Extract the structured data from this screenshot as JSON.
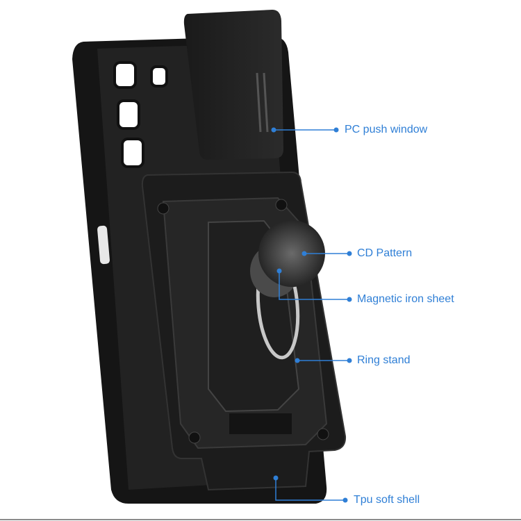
{
  "accent_color": "#2f7fd6",
  "callouts": [
    {
      "id": "pc-push-window",
      "label": "PC push window"
    },
    {
      "id": "cd-pattern",
      "label": "CD Pattern"
    },
    {
      "id": "magnetic-iron-sheet",
      "label": "Magnetic iron sheet"
    },
    {
      "id": "ring-stand",
      "label": "Ring stand"
    },
    {
      "id": "tpu-soft-shell",
      "label": "Tpu soft shell"
    }
  ]
}
